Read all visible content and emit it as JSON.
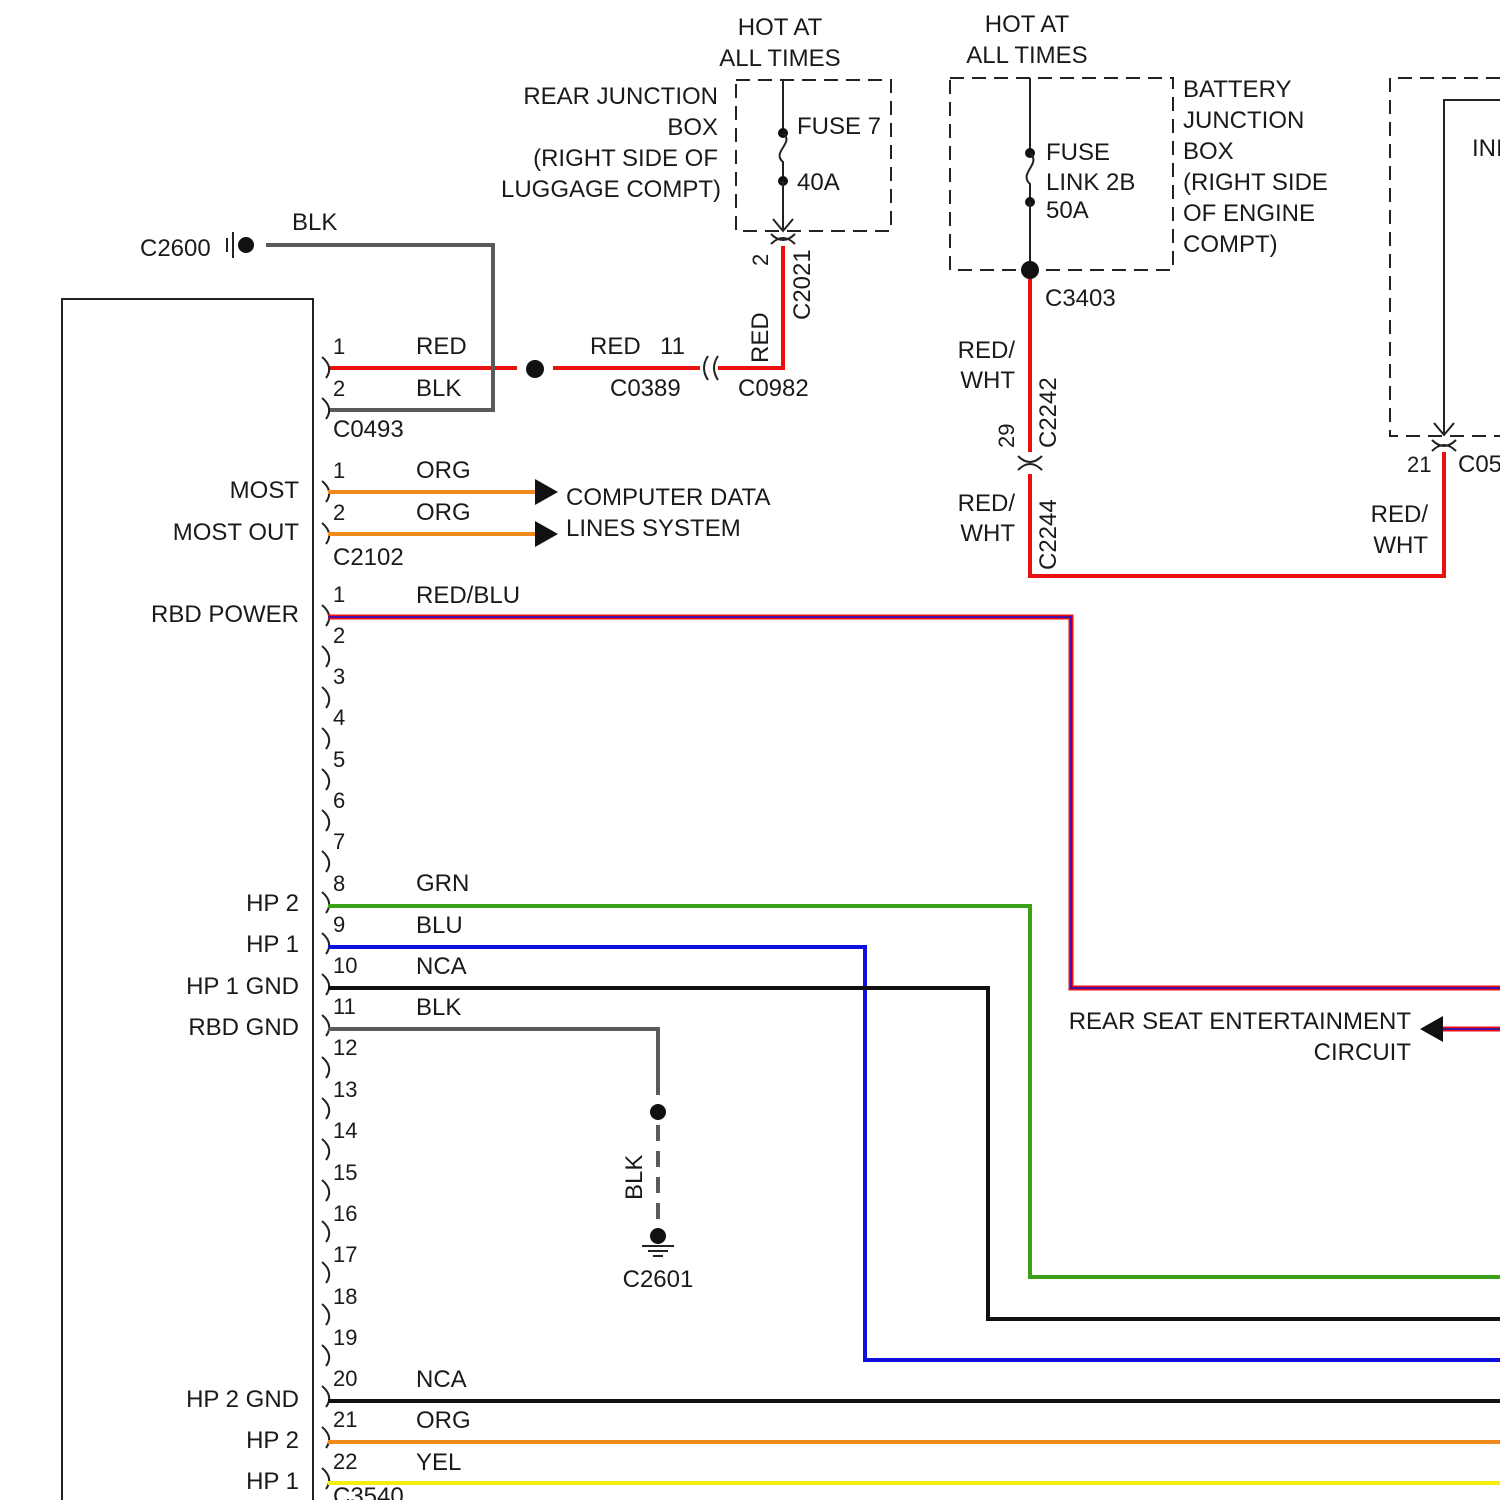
{
  "colors": {
    "red": "#e81010",
    "black": "#111111",
    "gray": "#5a5a5a",
    "orange": "#f08a1c",
    "green": "#3aa017",
    "blue": "#1010dd",
    "yellow": "#f5ef10",
    "redblu_outer": "#e81010",
    "redblu_inner": "#1010dd"
  },
  "power_sources": {
    "rear": {
      "hot_line1": "HOT AT",
      "hot_line2": "ALL TIMES",
      "box_lines": [
        "REAR JUNCTION",
        "BOX",
        "(RIGHT SIDE OF",
        "LUGGAGE COMPT)"
      ],
      "fuse_name": "FUSE 7",
      "fuse_rating": "40A",
      "connector": "C2021",
      "pin": "2"
    },
    "battery": {
      "hot_line1": "HOT AT",
      "hot_line2": "ALL TIMES",
      "box_lines": [
        "BATTERY",
        "JUNCTION",
        "BOX",
        "(RIGHT SIDE",
        "OF ENGINE",
        "COMPT)"
      ],
      "fuse_lines": [
        "FUSE",
        "LINK 2B",
        "50A"
      ],
      "splice": "C3403"
    },
    "third": {
      "partial_label": "INI",
      "connector": "C05",
      "pin": "21",
      "wire_line1": "RED/",
      "wire_line2": "WHT"
    }
  },
  "ground_top": {
    "connector": "C2600",
    "wire": "BLK"
  },
  "c0493": {
    "connector": "C0493",
    "pins": [
      {
        "num": "1",
        "color": "RED"
      },
      {
        "num": "2",
        "color": "BLK"
      }
    ]
  },
  "inline_red": {
    "label": "RED",
    "pin": "11",
    "c0389": "C0389",
    "c0982": "C0982",
    "vertical_label": "RED"
  },
  "c2242_wire": {
    "upper_line1": "RED/",
    "upper_line2": "WHT",
    "lower_line1": "RED/",
    "lower_line2": "WHT",
    "upper_conn": "C2242",
    "lower_conn": "C2244",
    "pin": "29"
  },
  "c2102": {
    "connector": "C2102",
    "pins": [
      {
        "num": "1",
        "color": "ORG",
        "signal": "MOST"
      },
      {
        "num": "2",
        "color": "ORG",
        "signal": "MOST OUT"
      }
    ],
    "destination_line1": "COMPUTER DATA",
    "destination_line2": "LINES SYSTEM"
  },
  "c3540": {
    "connector": "C3540",
    "pins": [
      {
        "num": "1",
        "color": "RED/BLU",
        "signal": "RBD POWER"
      },
      {
        "num": "2",
        "color": "",
        "signal": ""
      },
      {
        "num": "3",
        "color": "",
        "signal": ""
      },
      {
        "num": "4",
        "color": "",
        "signal": ""
      },
      {
        "num": "5",
        "color": "",
        "signal": ""
      },
      {
        "num": "6",
        "color": "",
        "signal": ""
      },
      {
        "num": "7",
        "color": "",
        "signal": ""
      },
      {
        "num": "8",
        "color": "GRN",
        "signal": "HP 2"
      },
      {
        "num": "9",
        "color": "BLU",
        "signal": "HP 1"
      },
      {
        "num": "10",
        "color": "NCA",
        "signal": "HP 1 GND"
      },
      {
        "num": "11",
        "color": "BLK",
        "signal": "RBD GND"
      },
      {
        "num": "12",
        "color": "",
        "signal": ""
      },
      {
        "num": "13",
        "color": "",
        "signal": ""
      },
      {
        "num": "14",
        "color": "",
        "signal": ""
      },
      {
        "num": "15",
        "color": "",
        "signal": ""
      },
      {
        "num": "16",
        "color": "",
        "signal": ""
      },
      {
        "num": "17",
        "color": "",
        "signal": ""
      },
      {
        "num": "18",
        "color": "",
        "signal": ""
      },
      {
        "num": "19",
        "color": "",
        "signal": ""
      },
      {
        "num": "20",
        "color": "NCA",
        "signal": "HP 2 GND"
      },
      {
        "num": "21",
        "color": "ORG",
        "signal": "HP 2"
      },
      {
        "num": "22",
        "color": "YEL",
        "signal": "HP 1"
      }
    ]
  },
  "ground_bottom": {
    "connector": "C2601",
    "wire": "BLK"
  },
  "rear_seat": {
    "line1": "REAR SEAT ENTERTAINMENT",
    "line2": "CIRCUIT"
  }
}
